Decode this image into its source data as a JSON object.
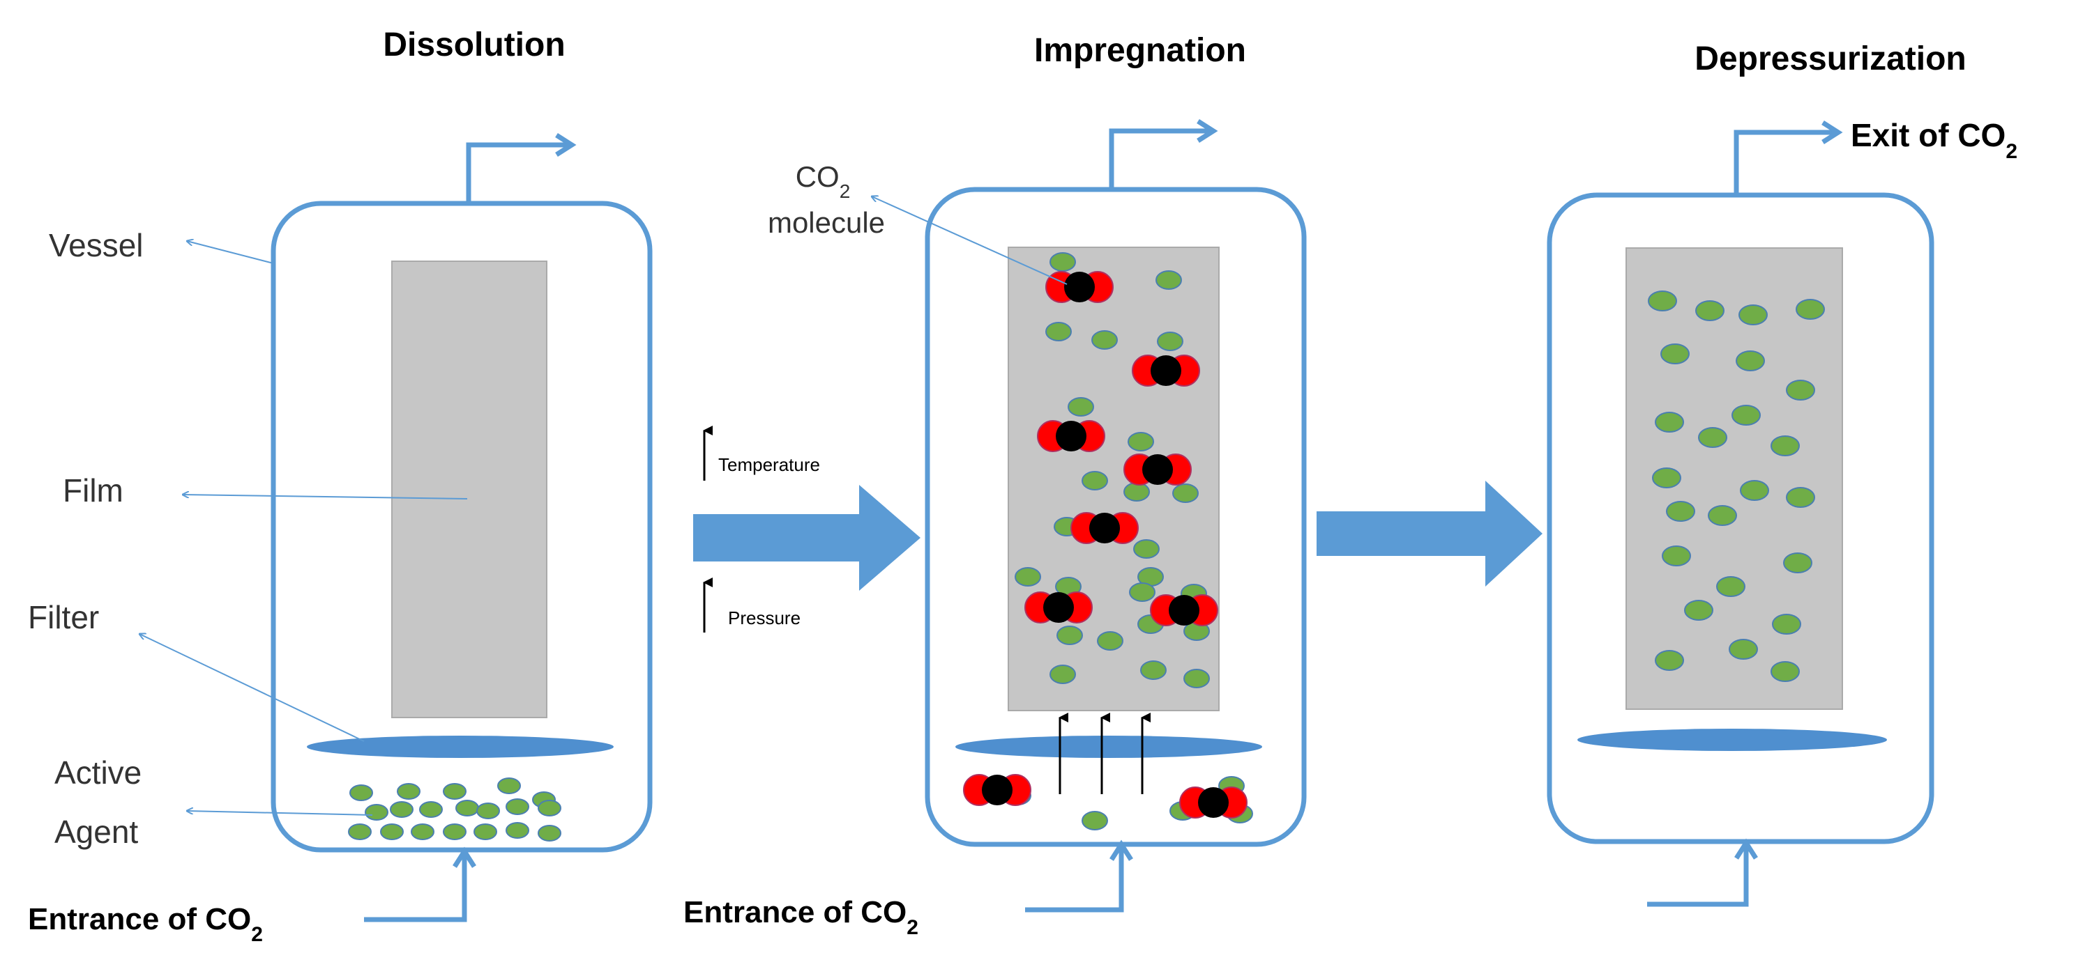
{
  "stages": {
    "dissolution": "Dissolution",
    "impregnation": "Impregnation",
    "depressurization": "Depressurization"
  },
  "labels": {
    "vessel": "Vessel",
    "film": "Film",
    "filter": "Filter",
    "active_line1": "Active",
    "active_line2": "Agent",
    "co2_molecule_line1": "CO",
    "co2_molecule_sub": "2",
    "co2_molecule_line2": "molecule",
    "temperature": "Temperature",
    "pressure": "Pressure"
  },
  "flows": {
    "entrance_prefix": "Entrance of CO",
    "exit_prefix": "Exit of CO",
    "co2_sub": "2"
  },
  "colors": {
    "vessel_stroke": "#5b9bd5",
    "film_fill": "#c6c6c6",
    "filter_fill": "#4f8fcf",
    "agent_fill": "#70ad47",
    "co2_oxygen": "#ff0000",
    "co2_carbon": "#000000",
    "process_arrow": "#5b9bd5"
  }
}
